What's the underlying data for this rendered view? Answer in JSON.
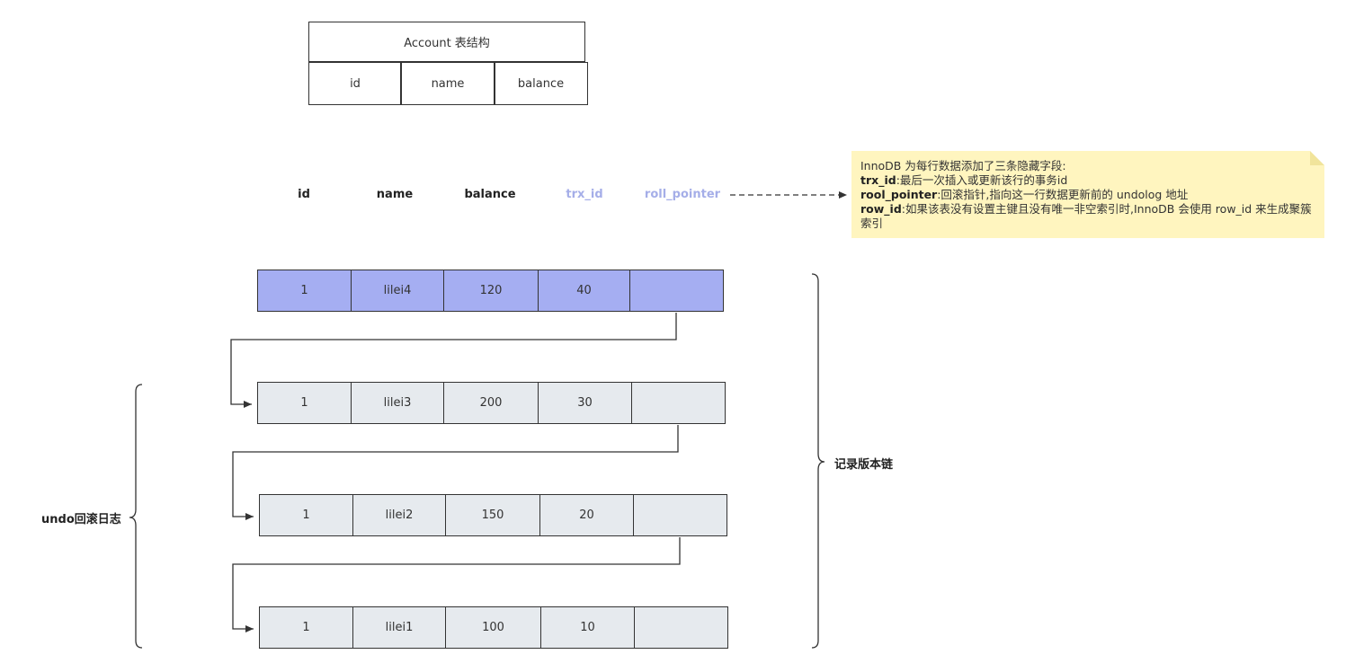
{
  "account_table": {
    "title": "Account 表结构",
    "columns": [
      "id",
      "name",
      "balance"
    ]
  },
  "row_headers": [
    {
      "label": "id",
      "hidden": false
    },
    {
      "label": "name",
      "hidden": false
    },
    {
      "label": "balance",
      "hidden": false
    },
    {
      "label": "trx_id",
      "hidden": true
    },
    {
      "label": "roll_pointer",
      "hidden": true
    }
  ],
  "note": {
    "intro": "InnoDB 为每行数据添加了三条隐藏字段:",
    "items": [
      {
        "key": "trx_id",
        "text": ":最后一次插入或更新该行的事务id"
      },
      {
        "key": "rool_pointer",
        "text": ":回滚指针,指向这一行数据更新前的 undolog 地址"
      },
      {
        "key": "row_id",
        "text": ":如果该表没有设置主键且没有唯一非空索引时,InnoDB 会使用 row_id 来生成聚簇索引"
      }
    ]
  },
  "versions": [
    {
      "id": "1",
      "name": "lilei4",
      "balance": "120",
      "trx_id": "40",
      "roll_pointer": "",
      "current": true
    },
    {
      "id": "1",
      "name": "lilei3",
      "balance": "200",
      "trx_id": "30",
      "roll_pointer": "",
      "current": false
    },
    {
      "id": "1",
      "name": "lilei2",
      "balance": "150",
      "trx_id": "20",
      "roll_pointer": "",
      "current": false
    },
    {
      "id": "1",
      "name": "lilei1",
      "balance": "100",
      "trx_id": "10",
      "roll_pointer": "",
      "current": false
    }
  ],
  "labels": {
    "undo_log": "undo回滚日志",
    "version_chain": "记录版本链"
  },
  "colors": {
    "current_row": "#a5aef2",
    "old_row": "#e6eaee",
    "hidden_field_label": "#a5aee8",
    "note_background": "#fff5bf"
  }
}
